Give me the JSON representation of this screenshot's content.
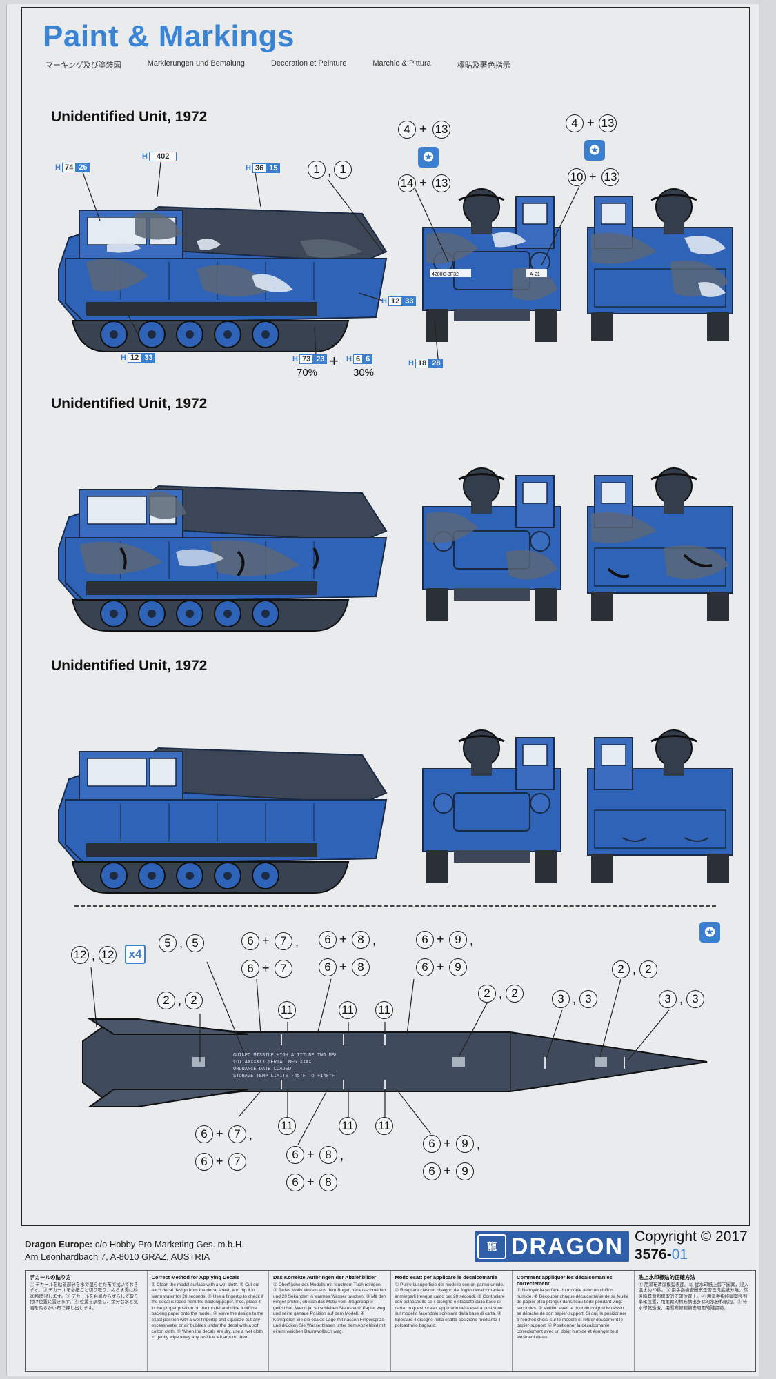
{
  "header": {
    "title": "Paint & Markings",
    "languages": [
      "マーキング及び塗装図",
      "Markierungen und Bemalung",
      "Decoration et Peinture",
      "Marchio & Pittura",
      "標貼及著色指示"
    ]
  },
  "sections": [
    "Unidentified Unit, 1972",
    "Unidentified Unit, 1972",
    "Unidentified Unit, 1972"
  ],
  "paints": [
    {
      "h": "H",
      "a": "74",
      "b": "26"
    },
    {
      "h": "H",
      "a": "402",
      "b": ""
    },
    {
      "h": "H",
      "a": "36",
      "b": "15"
    },
    {
      "h": "H",
      "a": "12",
      "b": "33"
    },
    {
      "h": "H",
      "a": "12",
      "b": "33"
    },
    {
      "h": "H",
      "a": "73",
      "b": "23"
    },
    {
      "h": "H",
      "a": "6",
      "b": "6"
    },
    {
      "h": "H",
      "a": "18",
      "b": "28"
    }
  ],
  "mix": {
    "left": "70%",
    "plus": "+",
    "right": "30%"
  },
  "decals": {
    "d1": "1",
    "d2": "2",
    "d3": "3",
    "d4": "4",
    "d5": "5",
    "d6": "6",
    "d7": "7",
    "d8": "8",
    "d9": "9",
    "d10": "10",
    "d11": "11",
    "d12": "12",
    "d13": "13",
    "d14": "14",
    "times": "x4"
  },
  "vehicle_text": {
    "plate_front": "4280C-3F32",
    "plate_rear": "A-21"
  },
  "missile_text": [
    "GUIDED MISSILE HIGH ALTITUDE  TWO MSL",
    "LOT 4XXXXXX  SERIAL  MFG XXXX",
    "ORDNANCE DATE LOADED",
    "STORAGE TEMP LIMITS -45°F TO +140°F"
  ],
  "footer": {
    "company": "Dragon Europe:",
    "address1": "c/o Hobby Pro Marketing Ges. m.b.H.",
    "address2": "Am Leonhardbach 7, A-8010 GRAZ, AUSTRIA",
    "brand": "DRAGON",
    "copyright": "Copyright © 2017",
    "code_main": "3576-",
    "code_sub": "01"
  },
  "instructions": [
    {
      "head": "デカールの貼り方",
      "body": "① デカールを貼る部分を水で湿らせた布で拭いておきます。② デカールを台紙ごと切り取り、ぬるま湯に約20秒間浸します。③ デカールを台紙からずらして取り付け位置に置きます。④ 位置を調整し、余分な水と気泡を柔らかい布で押し出します。"
    },
    {
      "head": "Correct Method for Applying Decals",
      "body": "① Clean the model surface with a wet cloth. ② Cut out each decal design from the decal sheet, and dip it in warm water for 20 seconds. ③ Use a fingertip to check if the decal is loose from the backing paper. If so, place it in the proper position on the model and slide it off the backing paper onto the model. ④ Move the design to the exact position with a wet fingertip and squeeze out any excess water or air bubbles under the decal with a soft cotton cloth. ⑤ When the decals are dry, use a wet cloth to gently wipe away any residue left around them."
    },
    {
      "head": "Das Korrekte Aufbringen der Abziehbilder",
      "body": "① Oberfläche des Modells mit feuchtem Tuch reinigen. ② Jedes Motiv einzeln aus dem Bogen herausschneiden und 20 Sekunden in warmes Wasser tauchen. ③ Mit den Finger prüfen, ob sich das Motiv vom Trägerpapier gelöst hat. Wenn ja, so schieben Sie es vom Papier weg und seine genaue Position auf dem Modell. ④ Korrigieren Sie die exakte Lage mit nassen Fingerspitze und drücken Sie Wasserblasen unter dem Abziehbild mit einem weichen Baumwolltuch weg."
    },
    {
      "head": "Modo esatt per applicare le decalcomanie",
      "body": "① Pulire la superficie del modello con un panno umido. ② Ritagliare ciascun disegno dal foglio decalcomanie e immergerli trenque caldo per 20 secondi. ③ Controllare con polpastrello se il disegno è staccato dalla base di carta. In questo caso, applicarlo nella esatta posizione sul modello facendolo scivolare dalla base di carta. ④ Spostare il disegno nella esatta posizione mediante il polpastrello bagnato."
    },
    {
      "head": "Comment appliquer les décalcomanies correctement",
      "body": "① Nettoyer la surface du modèle avec un chiffon humide. ② Découper chaque décalcomanie de sa feuille de papier et la plonger dans l'eau tiède pendant vingt secondes. ③ Vérifier avec le bout du doigt si le dessin se détache de son papier-support. Si oui, le positionner à l'endroit choisi sur le modèle et retirer doucement le papier-support. ④ Positionner la décalcomanie correctement avec un doigt humide et éponger tout excédent d'eau."
    },
    {
      "head": "貼上水印標貼的正確方法",
      "body": "① 用濕布清潔模型表面。② 從水印紙上剪下圖案，浸入溫水約20秒。③ 用手指檢查圖案是否已與底紙分離，然後將其滑到模型的正確位置上。④ 用濕手指將圖案移到準確位置，用柔軟的棉布擠出多餘的水份和氣泡。⑤ 待水印乾透後，用濕布輕輕擦去周圍的殘留物。"
    }
  ],
  "colors": {
    "accent": "#3a84d3",
    "camo_blue": "#2f63b8",
    "camo_grey": "#5c6775",
    "camo_white": "#dfe7f2",
    "missile": "#3f4b5c"
  }
}
